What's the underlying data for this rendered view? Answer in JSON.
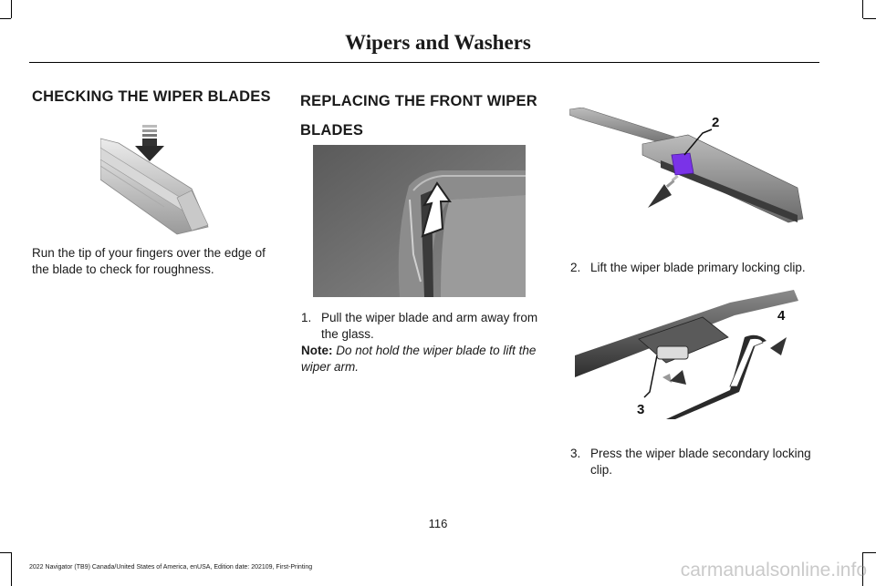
{
  "header": {
    "title": "Wipers and Washers"
  },
  "left_column": {
    "heading": "CHECKING THE WIPER BLADES",
    "body": "Run the tip of your fingers over the edge of the blade to check for roughness."
  },
  "middle_column": {
    "heading_line1": "REPLACING THE FRONT WIPER",
    "heading_line2": "BLADES",
    "step1_number": "1.",
    "step1_text": "Pull the wiper blade and arm away from the glass.",
    "note_label": "Note:",
    "note_text": "Do not hold the wiper blade to lift the wiper arm."
  },
  "right_column": {
    "callout_2": "2",
    "step2_number": "2.",
    "step2_text": "Lift the wiper blade primary locking clip.",
    "callout_4": "4",
    "callout_3": "3",
    "step3_number": "3.",
    "step3_text": "Press the wiper blade secondary locking clip."
  },
  "footer": {
    "page_number": "116",
    "edition": "2022 Navigator (TB9) Canada/United States of America, enUSA, Edition date: 202109, First-Printing",
    "watermark": "carmanualsonline.info"
  },
  "colors": {
    "clip_highlight": "#7a33e8",
    "text": "#1a1a1a"
  }
}
